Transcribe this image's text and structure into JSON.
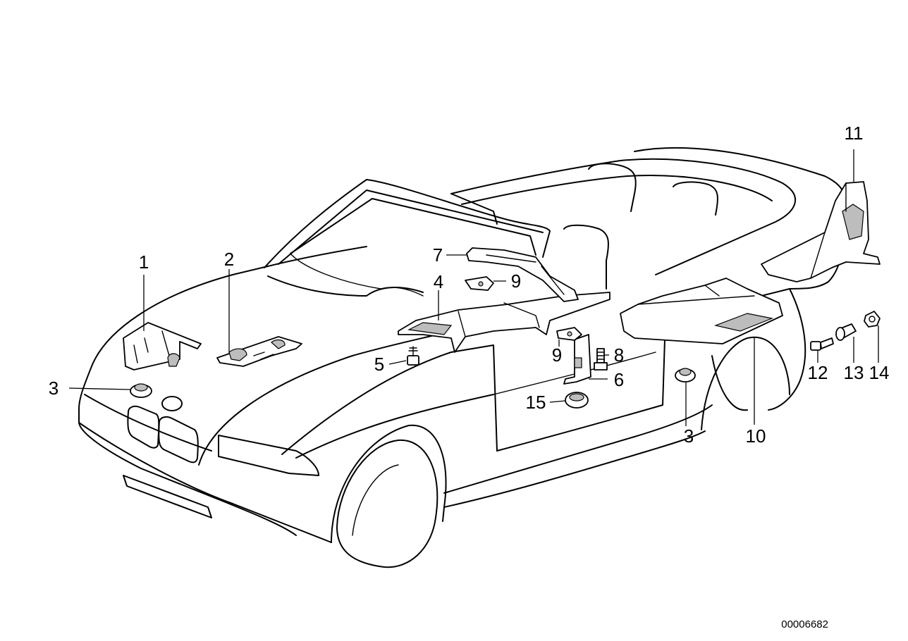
{
  "diagram": {
    "reference_number": "00006682",
    "callouts": [
      {
        "id": "c1",
        "label": "1"
      },
      {
        "id": "c2",
        "label": "2"
      },
      {
        "id": "c3a",
        "label": "3"
      },
      {
        "id": "c3b",
        "label": "3"
      },
      {
        "id": "c4",
        "label": "4"
      },
      {
        "id": "c5",
        "label": "5"
      },
      {
        "id": "c6",
        "label": "6"
      },
      {
        "id": "c7",
        "label": "7"
      },
      {
        "id": "c8",
        "label": "8"
      },
      {
        "id": "c9a",
        "label": "9"
      },
      {
        "id": "c9b",
        "label": "9"
      },
      {
        "id": "c10",
        "label": "10"
      },
      {
        "id": "c11",
        "label": "11"
      },
      {
        "id": "c12",
        "label": "12"
      },
      {
        "id": "c13",
        "label": "13"
      },
      {
        "id": "c14",
        "label": "14"
      },
      {
        "id": "c15",
        "label": "15"
      }
    ]
  }
}
